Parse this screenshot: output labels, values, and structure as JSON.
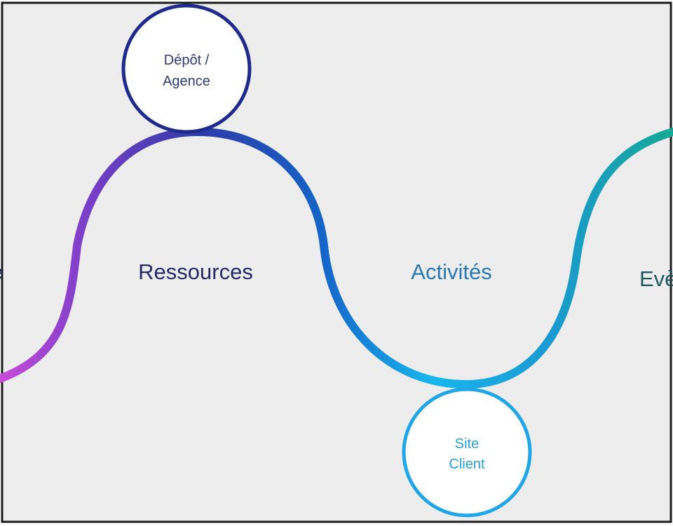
{
  "diagram": {
    "nodes": [
      {
        "id": "depot-agence",
        "lines": [
          "Dépôt /",
          "Agence"
        ]
      },
      {
        "id": "site-client",
        "lines": [
          "Site",
          "Client"
        ]
      }
    ],
    "labels": {
      "left_partial": "e",
      "ressources": "Ressources",
      "activites": "Activités",
      "evenements_partial": "Evè"
    },
    "colors": {
      "background": "#ededee",
      "frame": "#1b1b1b",
      "gradient": [
        "#c84bd8",
        "#7a3fc8",
        "#2d3ba8",
        "#1565c8",
        "#18b6ee",
        "#1a9ad0",
        "#16a896"
      ],
      "label_ressources": "#252a68",
      "label_activites": "#2a79b5",
      "label_evenements": "#1f5a60",
      "node_depot_border": "#1e2a8c",
      "node_depot_text": "#303a78",
      "node_site_border": "#1ea6e8",
      "node_site_text": "#2a9fd8"
    }
  }
}
